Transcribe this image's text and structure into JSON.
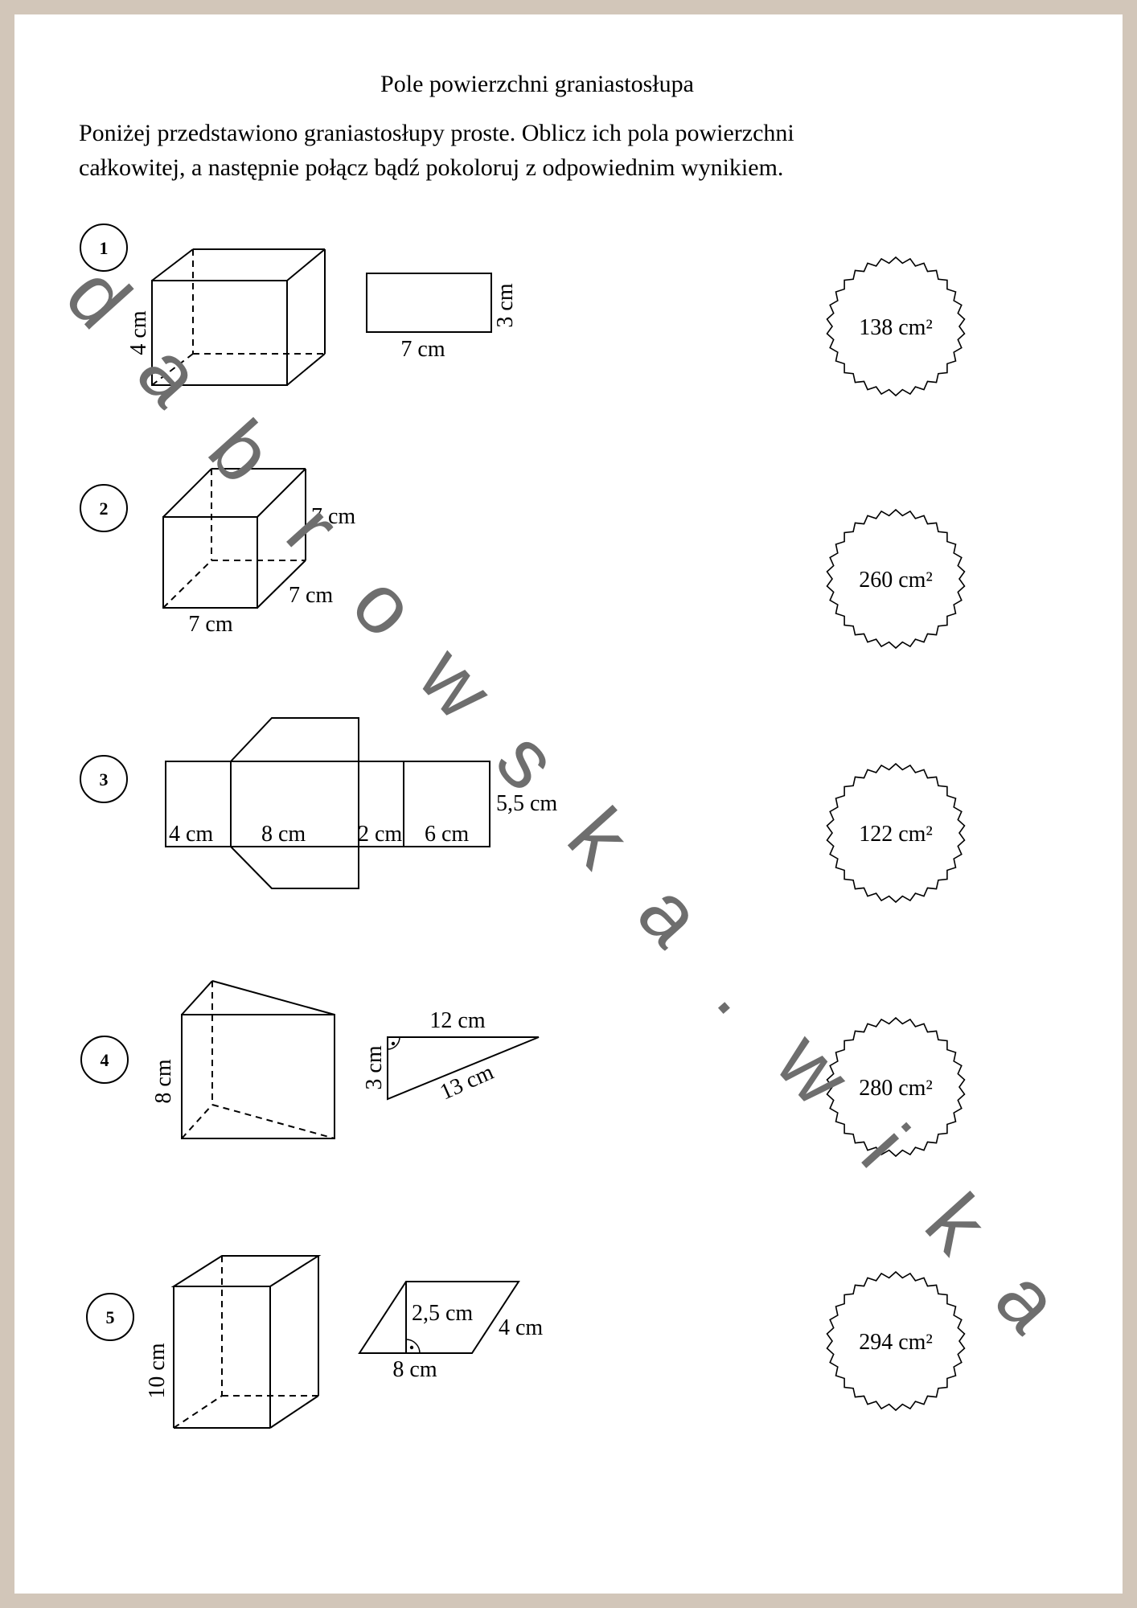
{
  "worksheet": {
    "title": "Pole powierzchni graniastosłupa",
    "instruction_line1": "Poniżej przedstawiono graniastosłupy proste. Oblicz ich pola powierzchni",
    "instruction_line2": "całkowitej, a następnie połącz bądź pokoloruj z odpowiednim wynikiem."
  },
  "tasks": [
    {
      "number": "1",
      "labels": [
        "4 cm",
        "7 cm",
        "3 cm"
      ]
    },
    {
      "number": "2",
      "labels": [
        "7 cm",
        "7 cm",
        "7 cm"
      ]
    },
    {
      "number": "3",
      "labels": [
        "4 cm",
        "8 cm",
        "2 cm",
        "6 cm",
        "5,5 cm"
      ]
    },
    {
      "number": "4",
      "labels": [
        "8 cm",
        "12 cm",
        "3 cm",
        "13 cm"
      ]
    },
    {
      "number": "5",
      "labels": [
        "10 cm",
        "2,5 cm",
        "4 cm",
        "8 cm"
      ]
    }
  ],
  "answers": [
    "138 cm²",
    "260 cm²",
    "122 cm²",
    "280 cm²",
    "294 cm²"
  ],
  "watermark": {
    "text": "dabrowska.wika",
    "color": "#6e6e6e"
  }
}
